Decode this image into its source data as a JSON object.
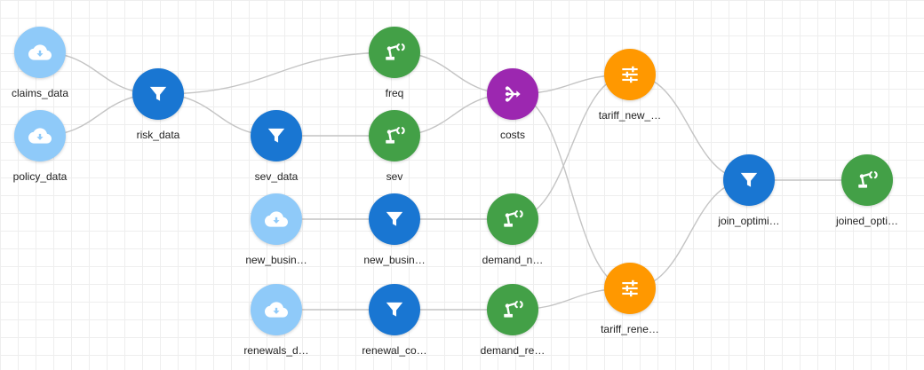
{
  "colors": {
    "source": "#8fcaf9",
    "filter": "#1976d2",
    "model": "#43a047",
    "merge": "#9c27b0",
    "tariff": "#ff9800",
    "edge": "#c4c4c4",
    "grid": "#eeeeee"
  },
  "nodes": {
    "claims_data": {
      "label": "claims_data",
      "type": "source",
      "icon": "cloud-download-icon"
    },
    "policy_data": {
      "label": "policy_data",
      "type": "source",
      "icon": "cloud-download-icon"
    },
    "risk_data": {
      "label": "risk_data",
      "type": "filter",
      "icon": "filter-icon"
    },
    "freq": {
      "label": "freq",
      "type": "model",
      "icon": "robot-arm-icon"
    },
    "sev_data": {
      "label": "sev_data",
      "type": "filter",
      "icon": "filter-icon"
    },
    "sev": {
      "label": "sev",
      "type": "model",
      "icon": "robot-arm-icon"
    },
    "costs": {
      "label": "costs",
      "type": "merge",
      "icon": "merge-icon"
    },
    "new_business_data": {
      "label": "new_busin…",
      "type": "source",
      "icon": "cloud-download-icon"
    },
    "new_business_filter": {
      "label": "new_busin…",
      "type": "filter",
      "icon": "filter-icon"
    },
    "demand_new": {
      "label": "demand_n…",
      "type": "model",
      "icon": "robot-arm-icon"
    },
    "renewals_data": {
      "label": "renewals_d…",
      "type": "source",
      "icon": "cloud-download-icon"
    },
    "renewal_filter": {
      "label": "renewal_co…",
      "type": "filter",
      "icon": "filter-icon"
    },
    "demand_renewal": {
      "label": "demand_re…",
      "type": "model",
      "icon": "robot-arm-icon"
    },
    "tariff_new": {
      "label": "tariff_new_…",
      "type": "tariff",
      "icon": "sliders-icon"
    },
    "tariff_renewal": {
      "label": "tariff_rene…",
      "type": "tariff",
      "icon": "sliders-icon"
    },
    "join_optimiser": {
      "label": "join_optimi…",
      "type": "filter",
      "icon": "filter-icon"
    },
    "joined_optimiser": {
      "label": "joined_opti…",
      "type": "model",
      "icon": "robot-arm-icon"
    }
  },
  "edges": [
    [
      "claims_data",
      "risk_data"
    ],
    [
      "policy_data",
      "risk_data"
    ],
    [
      "risk_data",
      "freq"
    ],
    [
      "risk_data",
      "sev_data"
    ],
    [
      "sev_data",
      "sev"
    ],
    [
      "freq",
      "costs"
    ],
    [
      "sev",
      "costs"
    ],
    [
      "costs",
      "tariff_new"
    ],
    [
      "costs",
      "tariff_renewal"
    ],
    [
      "new_business_data",
      "new_business_filter"
    ],
    [
      "new_business_filter",
      "demand_new"
    ],
    [
      "demand_new",
      "tariff_new"
    ],
    [
      "renewals_data",
      "renewal_filter"
    ],
    [
      "renewal_filter",
      "demand_renewal"
    ],
    [
      "demand_renewal",
      "tariff_renewal"
    ],
    [
      "tariff_new",
      "join_optimiser"
    ],
    [
      "tariff_renewal",
      "join_optimiser"
    ],
    [
      "join_optimiser",
      "joined_optimiser"
    ]
  ]
}
